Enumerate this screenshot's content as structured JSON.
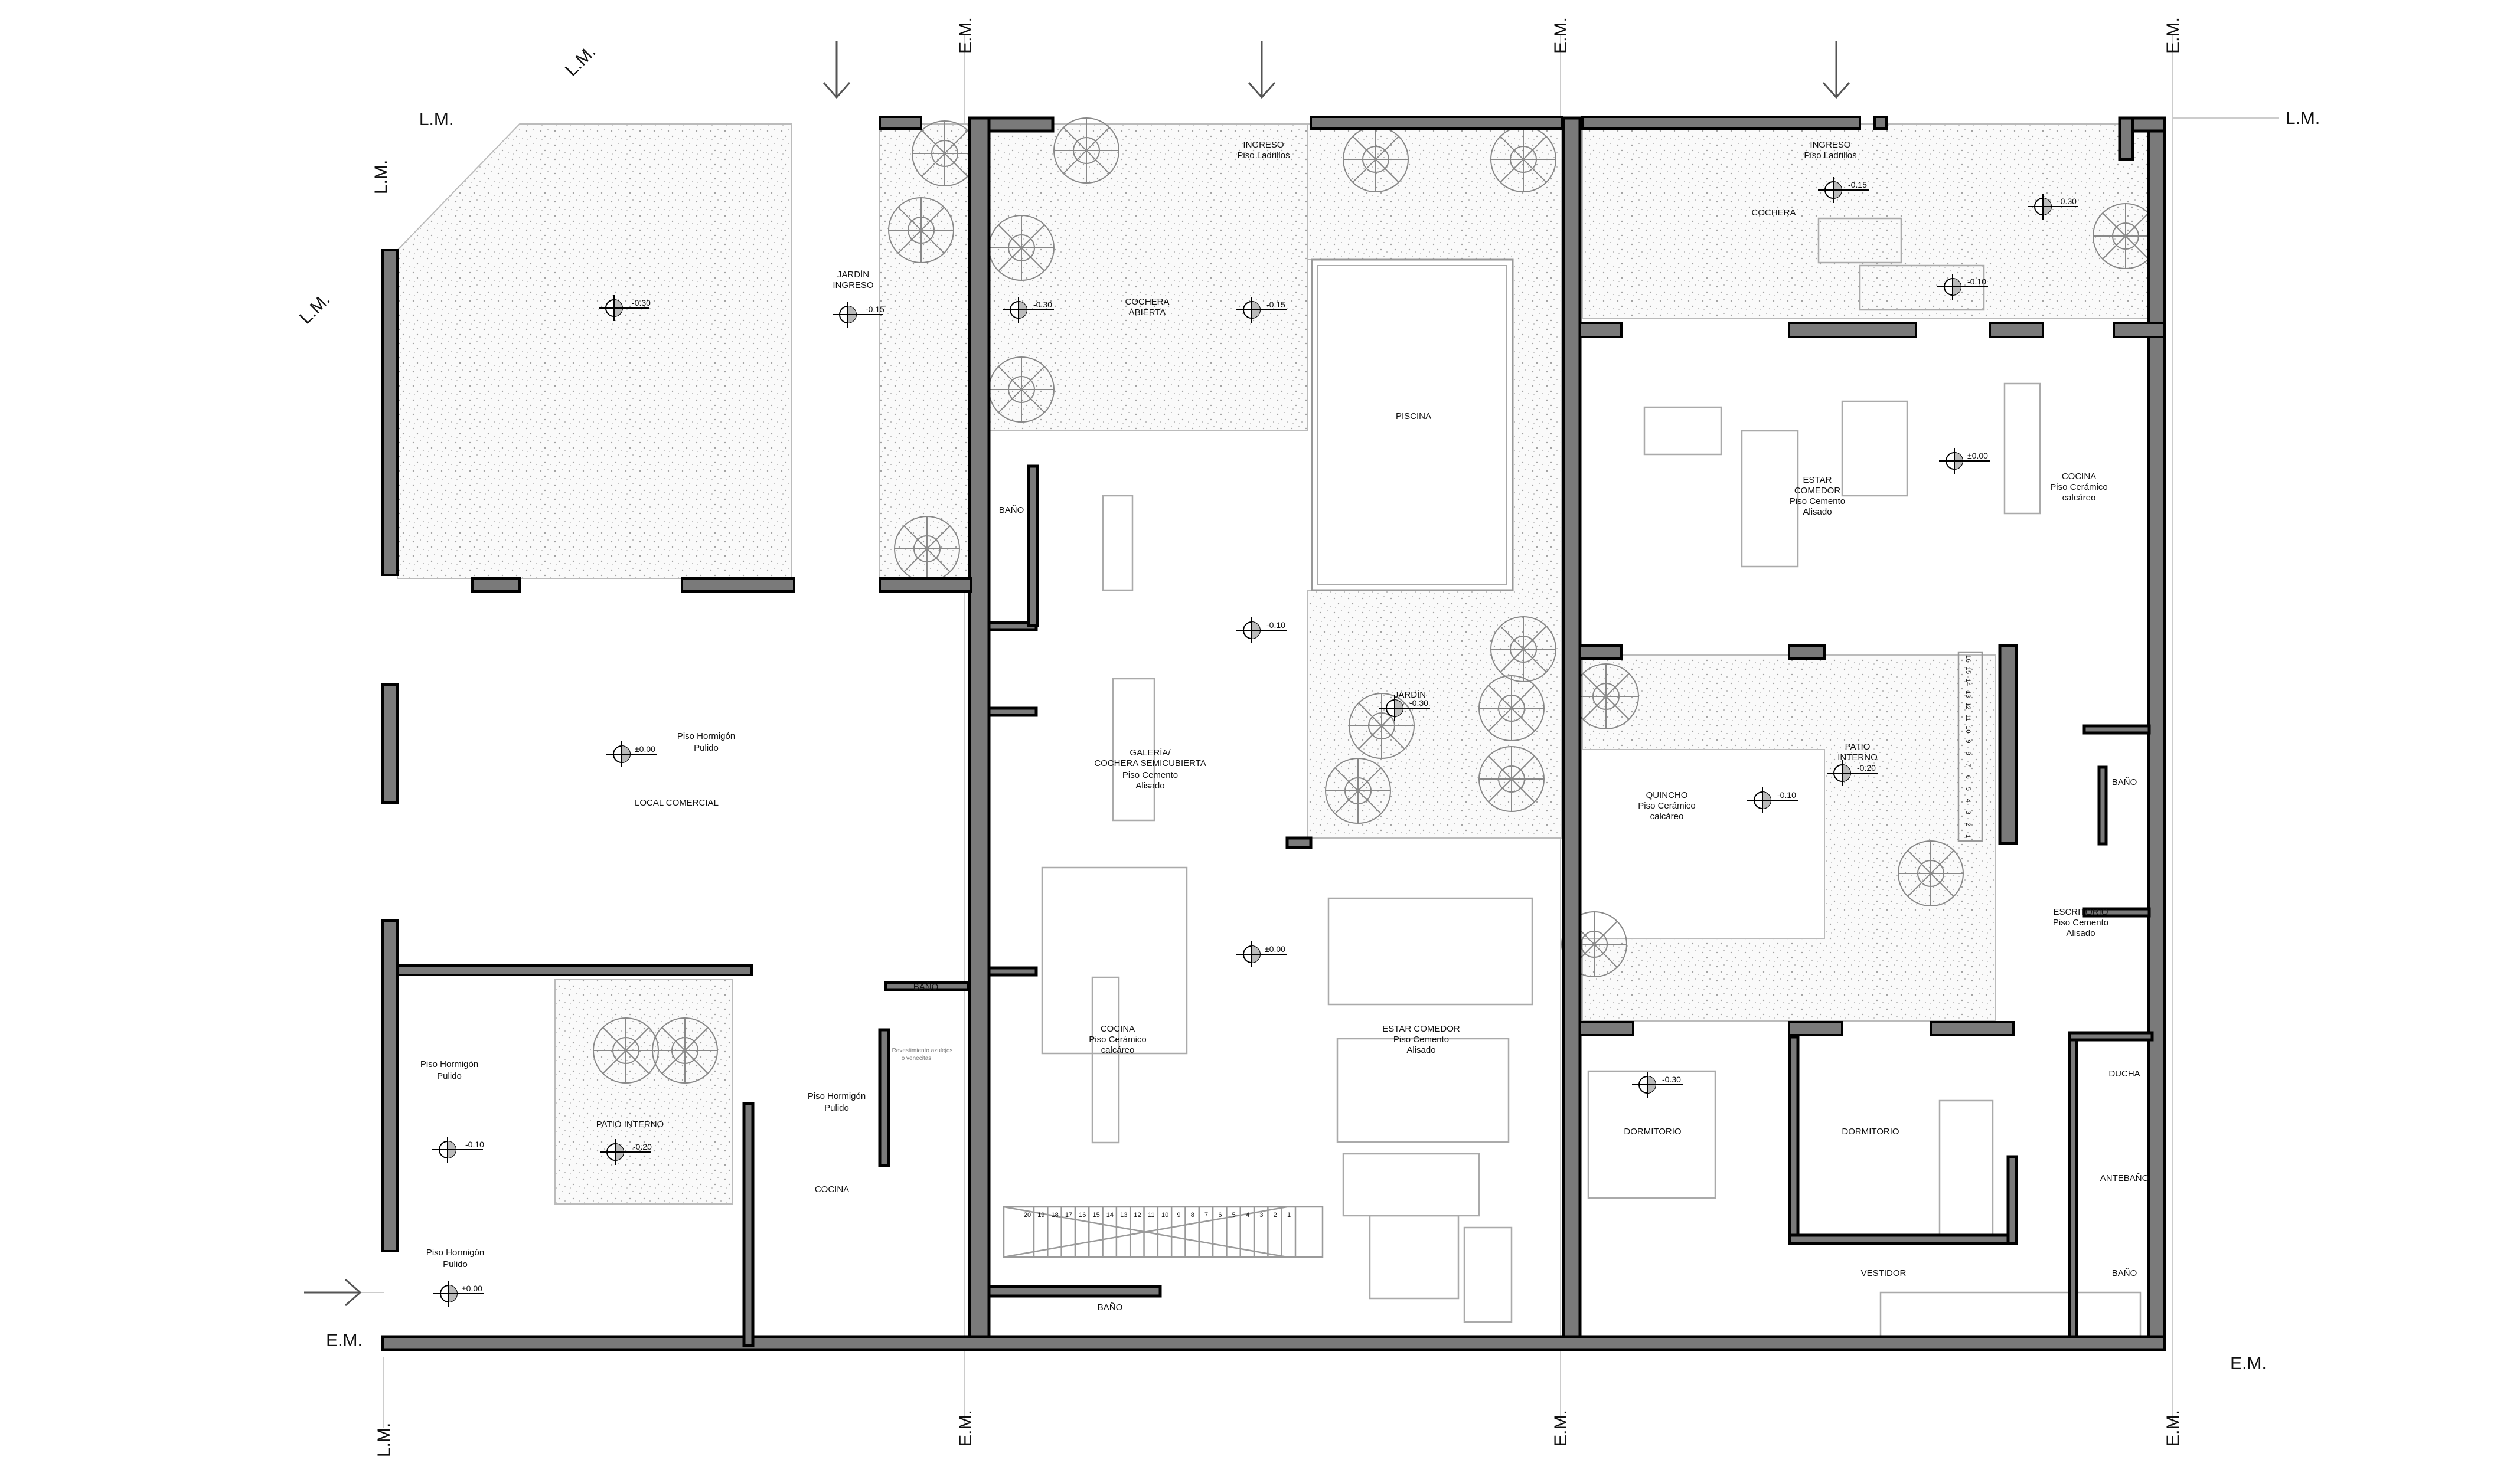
{
  "drawing": {
    "property_line_label": "L.M.",
    "party_wall_label": "E.M.",
    "colors": {
      "wall": "#7a7a7a",
      "line": "#000000",
      "garden_dot": "#a0a0a0"
    }
  },
  "unit_left": {
    "garden_level": "-0.30",
    "jardin_ingreso": {
      "name": "JARDÍN",
      "name2": "INGRESO",
      "level": "-0.15"
    },
    "local": {
      "floor": "Piso Hormigón",
      "floor2": "Pulido",
      "level": "±0.00",
      "name": "LOCAL COMERCIAL"
    },
    "back_room": {
      "floor": "Piso Hormigón",
      "floor2": "Pulido",
      "level": "-0.10"
    },
    "patio": {
      "name": "PATIO INTERNO",
      "level": "-0.20"
    },
    "kitchen": {
      "floor": "Piso Hormigón",
      "floor2": "Pulido",
      "name": "COCINA"
    },
    "bath": {
      "name": "BAÑO",
      "note": "Revestimiento azulejos",
      "note2": "o venecitas"
    },
    "entry": {
      "floor": "Piso Hormigón",
      "floor2": "Pulido",
      "level": "±0.00"
    }
  },
  "unit_middle": {
    "ingreso": {
      "name": "INGRESO",
      "floor": "Piso Ladrillos"
    },
    "cochera": {
      "name": "COCHERA",
      "name2": "ABIERTA",
      "level": "-0.30",
      "level_path": "-0.15"
    },
    "piscina": "PISCINA",
    "bath_top": "BAÑO",
    "galeria": {
      "name": "GALERÍA/",
      "name2": "COCHERA SEMICUBIERTA",
      "floor": "Piso Cemento",
      "floor2": "Alisado",
      "level": "-0.10"
    },
    "jardin": {
      "name": "JARDÍN",
      "level": "-0.30"
    },
    "kitchen": {
      "name": "COCINA",
      "floor": "Piso Cerámico",
      "floor2": "calcáreo"
    },
    "living": {
      "name": "ESTAR COMEDOR",
      "floor": "Piso Cemento",
      "floor2": "Alisado",
      "level": "±0.00"
    },
    "bath_bottom": "BAÑO",
    "stair_steps": [
      "20",
      "19",
      "18",
      "17",
      "16",
      "15",
      "14",
      "13",
      "12",
      "11",
      "10",
      "9",
      "8",
      "7",
      "6",
      "5",
      "4",
      "3",
      "2",
      "1"
    ]
  },
  "unit_right": {
    "ingreso": {
      "name": "INGRESO",
      "floor": "Piso Ladrillos",
      "level": "-0.15"
    },
    "cochera": {
      "name": "COCHERA",
      "level": "-0.30",
      "level2": "-0.10"
    },
    "living": {
      "name": "ESTAR",
      "name2": "COMEDOR",
      "floor": "Piso Cemento",
      "floor2": "Alisado"
    },
    "kitchen": {
      "name": "COCINA",
      "floor": "Piso Cerámico",
      "floor2": "calcáreo",
      "level": "±0.00"
    },
    "patio": {
      "name": "PATIO",
      "name2": "INTERNO",
      "level": "-0.20"
    },
    "quincho": {
      "name": "QUINCHO",
      "floor": "Piso Cerámico",
      "floor2": "calcáreo",
      "level": "-0.10"
    },
    "bath": "BAÑO",
    "escritorio": {
      "name": "ESCRITORIO",
      "floor": "Piso Cemento",
      "floor2": "Alisado"
    },
    "dorm1": {
      "name": "DORMITORIO",
      "level": "-0.30"
    },
    "dorm2": "DORMITORIO",
    "ducha": "DUCHA",
    "antebano": "ANTEBAÑO",
    "bath2": "BAÑO",
    "vestidor": "VESTIDOR",
    "stair_steps": [
      "16",
      "15",
      "14",
      "13",
      "12",
      "11",
      "10",
      "9",
      "8",
      "7",
      "6",
      "5",
      "4",
      "3",
      "2",
      "1"
    ]
  }
}
